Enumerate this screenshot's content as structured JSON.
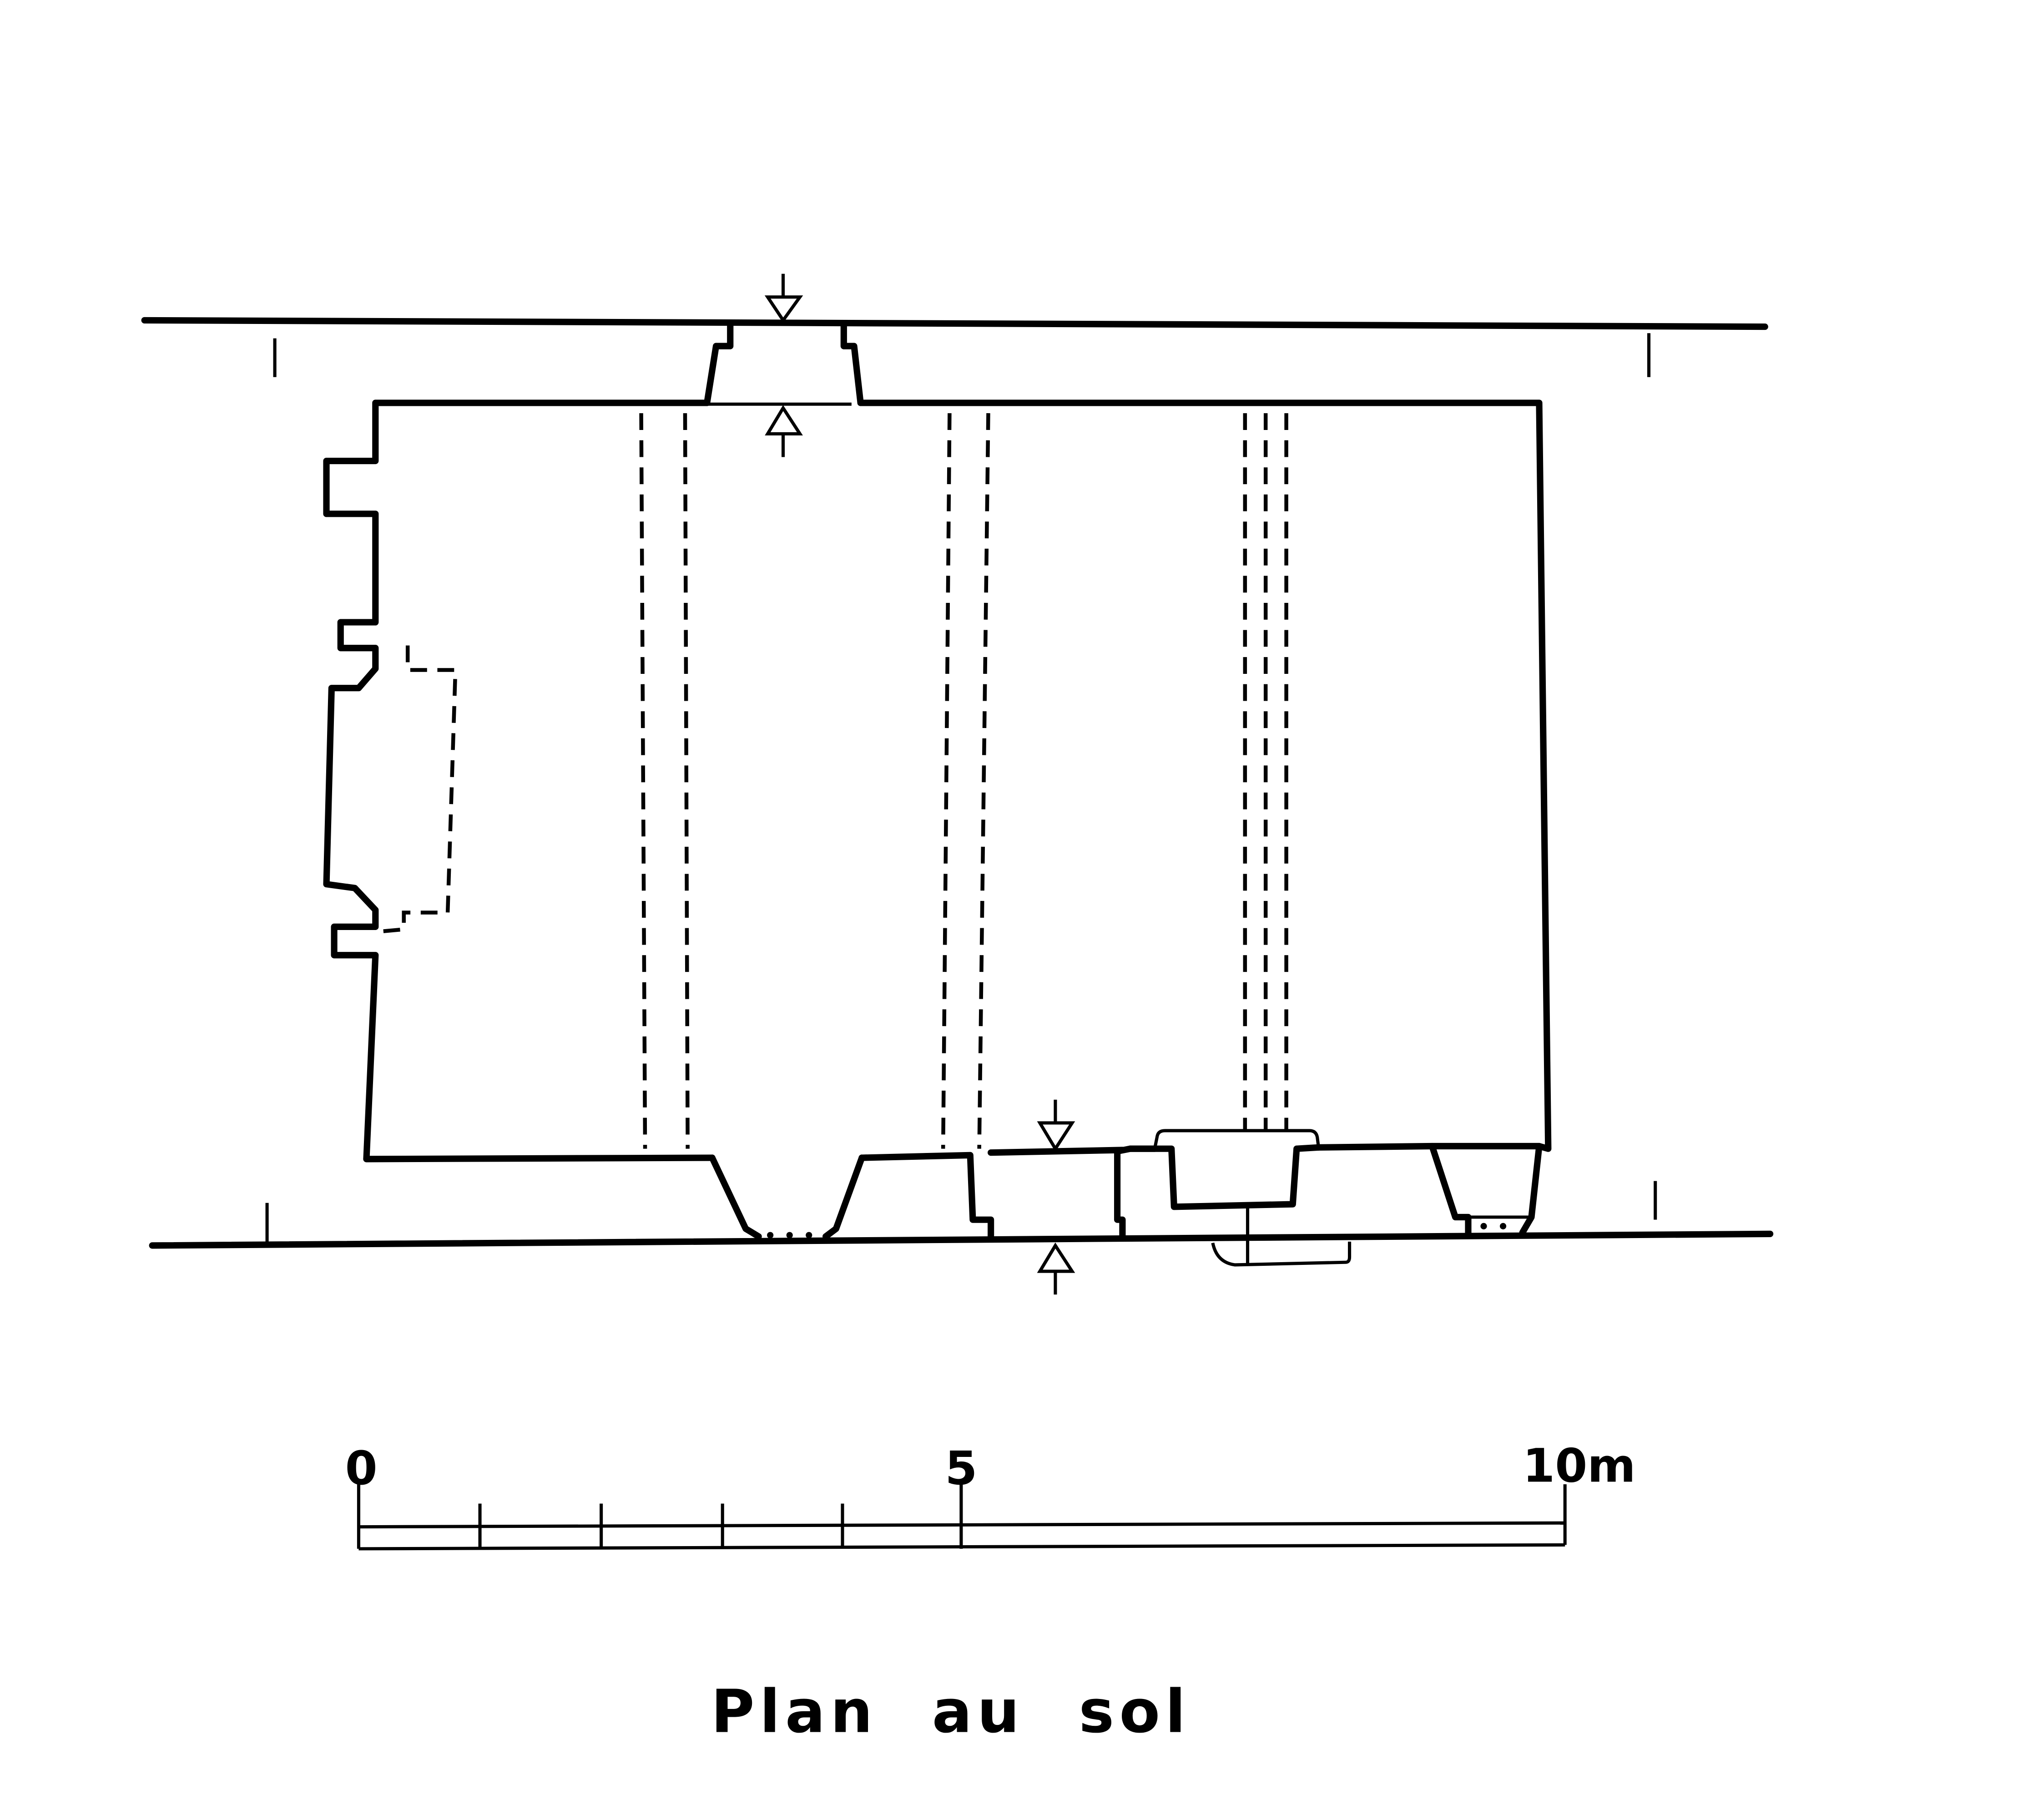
{
  "title": "Plan au sol",
  "scale_bar": {
    "labels": [
      "0",
      "5",
      "10m"
    ],
    "unit": "m",
    "length": 10,
    "subdivisions": 5
  },
  "colors": {
    "ink": "#000000",
    "background": "#ffffff"
  }
}
